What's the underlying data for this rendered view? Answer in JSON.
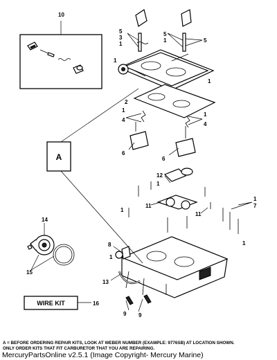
{
  "diagram": {
    "callouts": {
      "n1": "1",
      "n2": "2",
      "n3": "3",
      "n4": "4",
      "n5": "5",
      "n6": "6",
      "n7": "7",
      "n8": "8",
      "n9": "9",
      "n10": "10",
      "n11": "11",
      "n12": "12",
      "n13": "13",
      "n14": "14",
      "n15": "15",
      "n16": "16"
    },
    "box_a_label": "A",
    "wire_kit_label": "WIRE KIT"
  },
  "footnote": {
    "line1": "A = BEFORE ORDERING REPAIR KITS, LOOK AT WEBER NUMBER (EXAMPLE: 9776SB) AT LOCATION SHOWN.",
    "line2": "ONLY ORDER KITS THAT FIT CARBURETOR THAT YOU ARE REPAIRING."
  },
  "copyright": "MercuryPartsOnline v2.5.1 (Image Copyright- Mercury Marine)"
}
